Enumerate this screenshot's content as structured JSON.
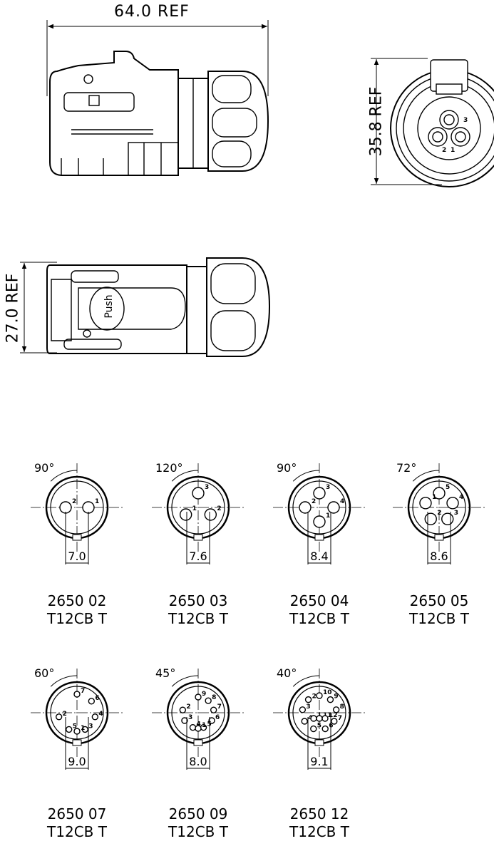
{
  "top_view": {
    "length_label": "64.0 REF"
  },
  "end_view": {
    "diameter_label": "35.8 REF",
    "pin_labels": [
      "3",
      "2",
      "1"
    ]
  },
  "side_view": {
    "height_label": "27.0 REF",
    "push_label": "Push"
  },
  "variants": [
    {
      "part": "2650 02",
      "code": "T12CB T",
      "angle": "90°",
      "pitch": "7.0",
      "pins": [
        "2",
        "1"
      ]
    },
    {
      "part": "2650 03",
      "code": "T12CB T",
      "angle": "120°",
      "pitch": "7.6",
      "pins": [
        "3",
        "2",
        "1"
      ]
    },
    {
      "part": "2650 04",
      "code": "T12CB T",
      "angle": "90°",
      "pitch": "8.4",
      "pins": [
        "3",
        "4",
        "1",
        "2"
      ]
    },
    {
      "part": "2650 05",
      "code": "T12CB T",
      "angle": "72°",
      "pitch": "8.6",
      "pins": [
        "5",
        "4",
        "3",
        "2",
        "1"
      ]
    },
    {
      "part": "2650 07",
      "code": "T12CB T",
      "angle": "60°",
      "pitch": "9.0",
      "pins": [
        "7",
        "6",
        "4",
        "3",
        "5",
        "2",
        "1"
      ]
    },
    {
      "part": "2650 09",
      "code": "T12CB T",
      "angle": "45°",
      "pitch": "8.0",
      "pins": [
        "9",
        "8",
        "7",
        "6",
        "5",
        "4",
        "3",
        "2",
        "1"
      ]
    },
    {
      "part": "2650 12",
      "code": "T12CB T",
      "angle": "40°",
      "pitch": "9.1",
      "pins": [
        "10",
        "9",
        "8",
        "7",
        "6",
        "5",
        "4",
        "3",
        "2",
        "1",
        "11",
        "12"
      ]
    }
  ]
}
